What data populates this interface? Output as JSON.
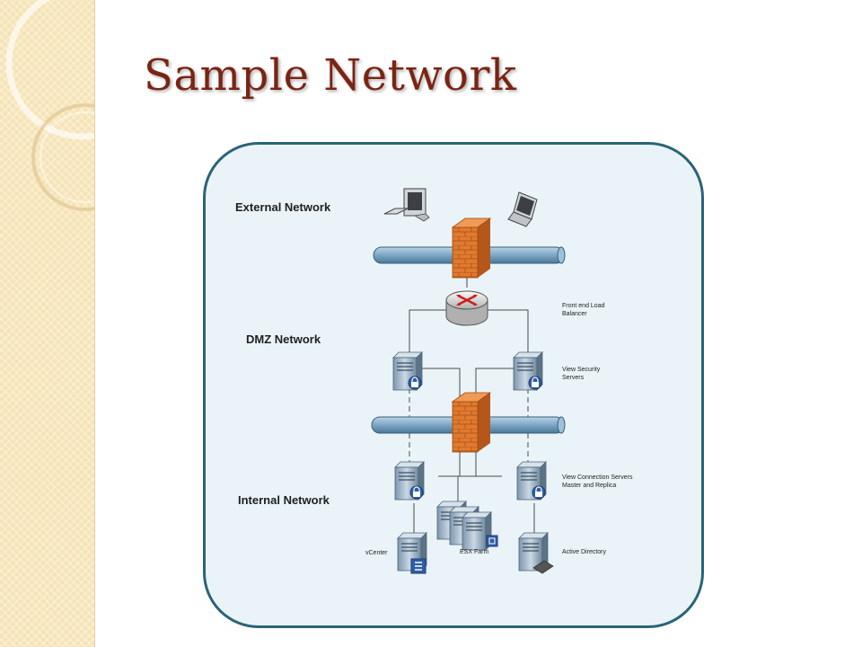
{
  "slide": {
    "title": "Sample Network"
  },
  "diagram": {
    "zones": {
      "external": "External Network",
      "dmz": "DMZ Network",
      "internal": "Internal Network"
    },
    "annotations": {
      "load_balancer_line1": "Front end Load",
      "load_balancer_line2": "Balancer",
      "security_servers_line1": "View Security",
      "security_servers_line2": "Servers",
      "connection_servers_line1": "View Connection Servers",
      "connection_servers_line2": "Master and Replica",
      "vcenter": "vCenter",
      "esx_farm": "ESX Farm",
      "active_directory": "Active Directory"
    },
    "colors": {
      "panel_fill": "#eaf4f8",
      "panel_border": "#2a6478",
      "network_bus": "#7ea6c4",
      "firewall": "#e07a2e",
      "title": "#7b2413"
    }
  }
}
